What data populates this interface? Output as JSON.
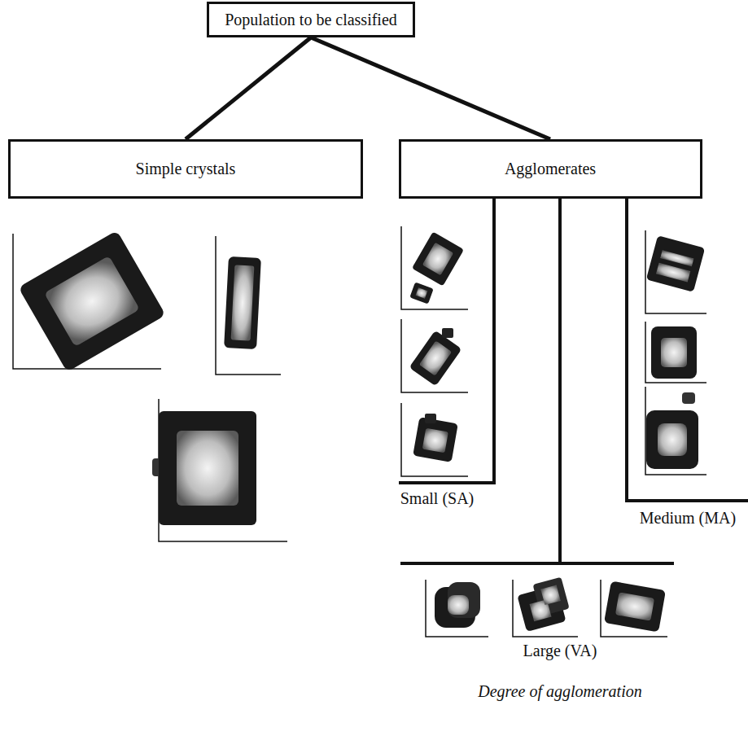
{
  "diagram": {
    "nodes": [
      {
        "text": [
          "Population to be classified"
        ]
      },
      {
        "text": [
          "Simple crystals"
        ]
      },
      {
        "text": [
          "Agglomerates"
        ]
      }
    ],
    "edges": [
      {
        "from": 0,
        "to": 1,
        "arrow": "none"
      },
      {
        "from": 0,
        "to": 2,
        "arrow": "none"
      }
    ],
    "labels": [
      "Small (SA)",
      "Medium (MA)",
      "Large (VA)",
      "Degree of agglomeration"
    ]
  }
}
